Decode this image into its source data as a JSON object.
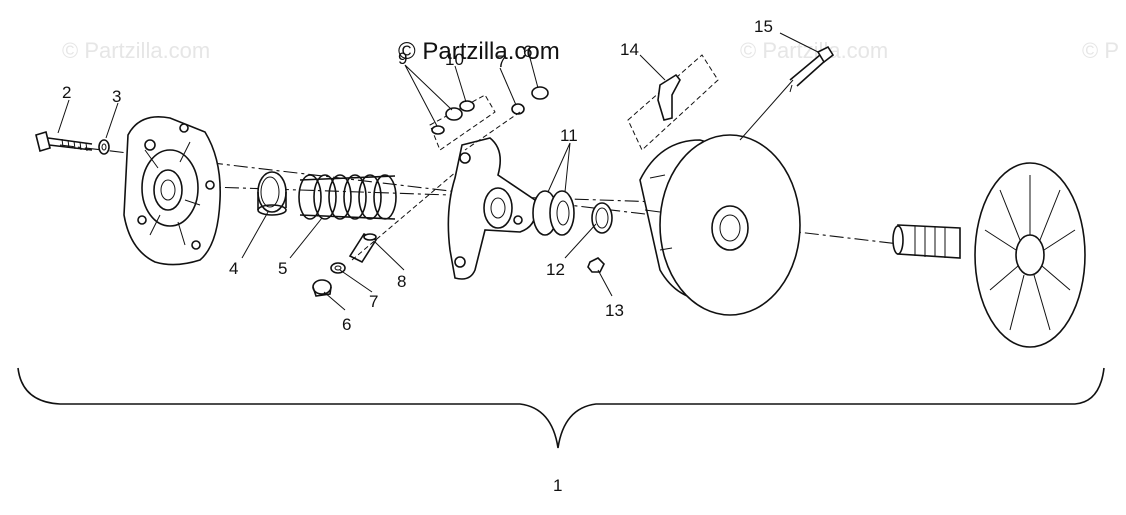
{
  "watermarks": {
    "faint": [
      "© Partzilla.com",
      "© Partzilla.com",
      "© P"
    ],
    "main": "© Partzilla.com"
  },
  "callouts": [
    "1",
    "2",
    "3",
    "4",
    "5",
    "6",
    "6",
    "7",
    "8",
    "9",
    "10",
    "11",
    "12",
    "13",
    "14",
    "15"
  ]
}
